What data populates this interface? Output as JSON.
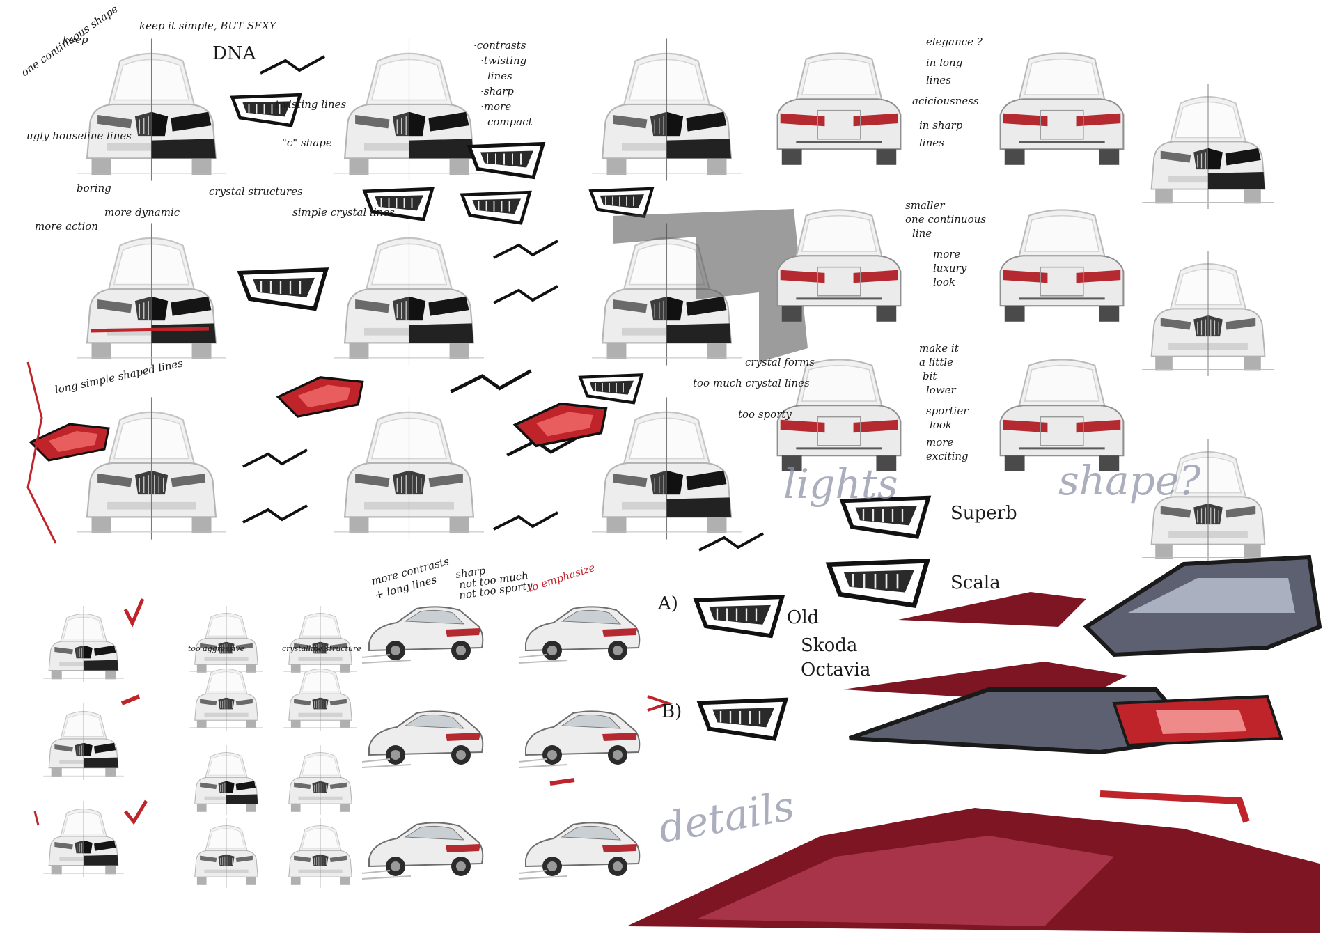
{
  "colors": {
    "ink": "#1a1a1a",
    "grey": "#9a9a9a",
    "lightgrey": "#d4d4d4",
    "red": "#c0242b",
    "darkred": "#7e1523",
    "blue_grey": "#5d6070"
  },
  "annotations": {
    "keep_simple": "keep it simple, BUT SEXY",
    "one_continuous": "one continuous shape",
    "keep": "keep",
    "dna": "DNA",
    "twisting_lines": "twisting lines",
    "c_shape": "\"c\" shape",
    "ugly_houseline": "ugly houseline lines",
    "boring": "boring",
    "more_action": "more action",
    "more_dynamic": "more dynamic",
    "crystal_structures": "crystal structures",
    "simple_crystal": "simple crystal lines",
    "contrasts_list": [
      "·contrasts",
      "·twisting",
      "lines",
      "·sharp",
      "·more",
      "compact"
    ],
    "long_simple": "long simple shaped lines",
    "too_much_crystal": "too much crystal lines",
    "too_sporty": "too sporty",
    "crystal_forms": "crystal forms",
    "elegance": [
      "elegance ?",
      "in long",
      "lines"
    ],
    "aciciousness": [
      "aciciousness",
      "in sharp",
      "lines"
    ],
    "smaller": [
      "smaller",
      "one continuous",
      "line",
      "more",
      "luxury",
      "look"
    ],
    "make_lower": [
      "make it",
      "a little",
      "bit",
      "lower",
      "sportier",
      "look",
      "more",
      "exciting"
    ],
    "lights": "lights",
    "shape": "shape?",
    "details": "details",
    "superb": "Superb",
    "scala": "Scala",
    "old_skoda": [
      "Old",
      "Skoda",
      "Octavia"
    ],
    "a_label": "A)",
    "b_label": "B)",
    "more_contrasts": [
      "more contrasts",
      "+ long lines"
    ],
    "sharp_not_too_much": [
      "sharp",
      "not too much",
      "not too sporty"
    ],
    "to_emphasize": "to emphasize",
    "too_aggressive": "too aggressive",
    "crystalline": "crystalline structure"
  }
}
